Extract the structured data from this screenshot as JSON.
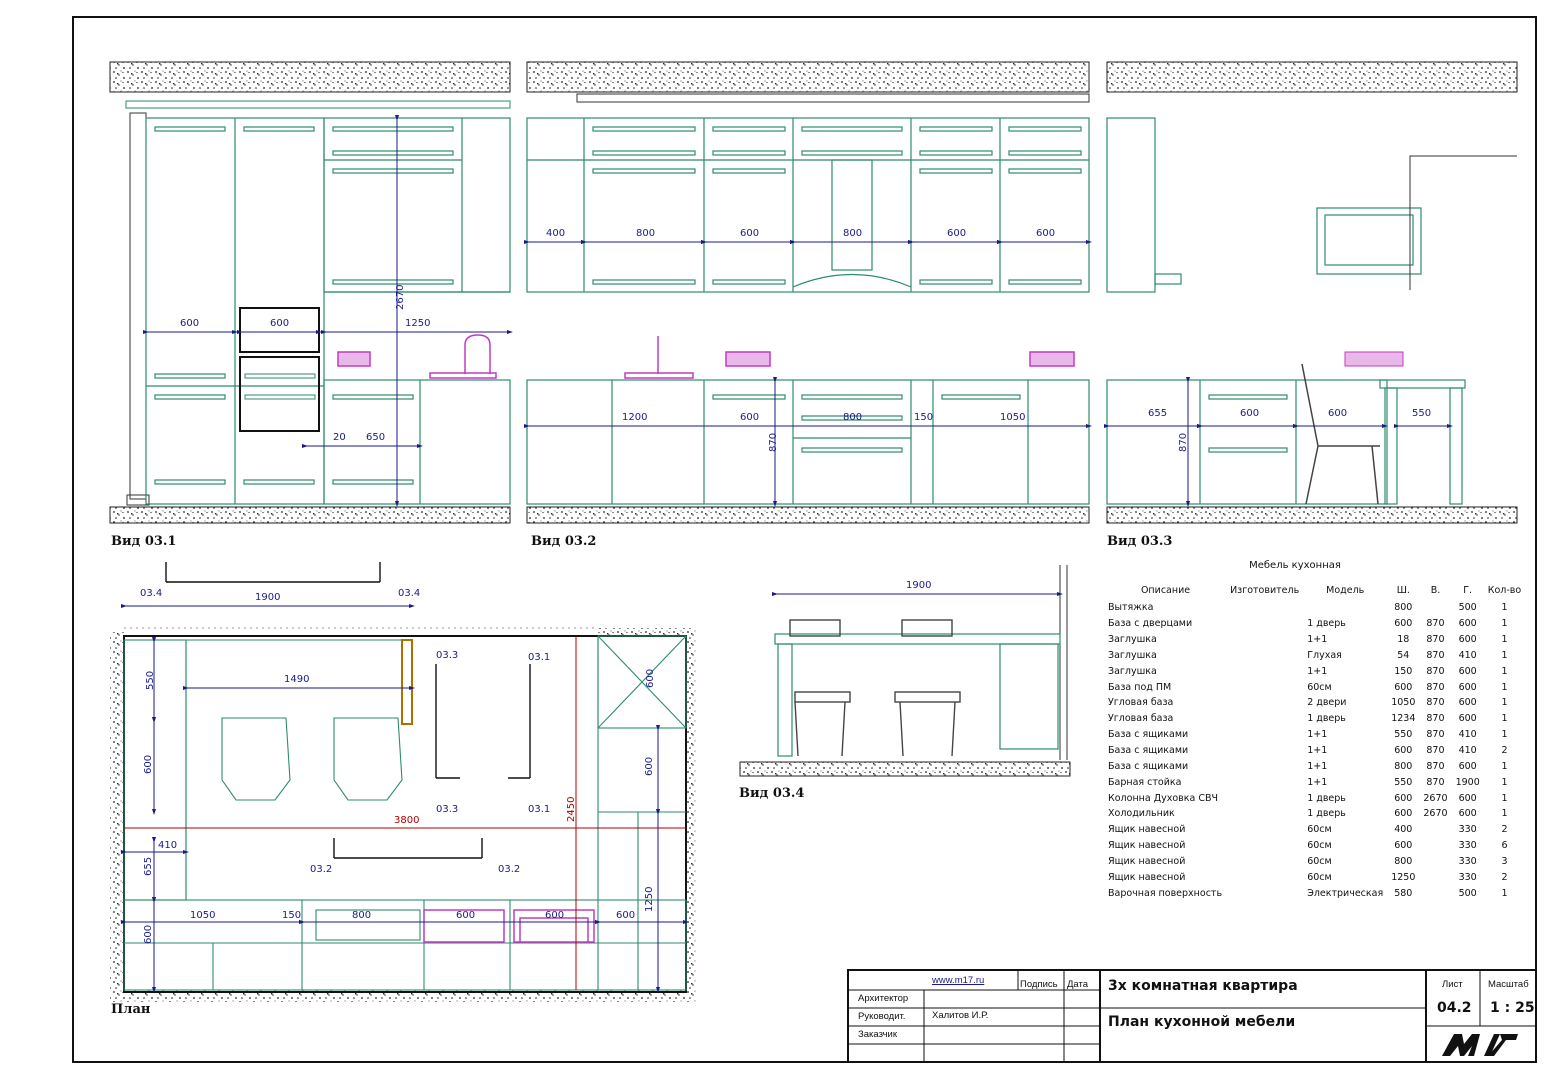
{
  "views": {
    "v1": "Вид 03.1",
    "v2": "Вид 03.2",
    "v3": "Вид 03.3",
    "v4": "Вид 03.4",
    "plan": "План"
  },
  "dims_v1": [
    "600",
    "600",
    "1250",
    "2670",
    "20",
    "650"
  ],
  "dims_v2": [
    "400",
    "800",
    "600",
    "800",
    "600",
    "600",
    "1200",
    "600",
    "800",
    "150",
    "1050",
    "870"
  ],
  "dims_v3": [
    "655",
    "870",
    "600",
    "600",
    "550"
  ],
  "dims_v4": [
    "1900"
  ],
  "dims_plan": {
    "top": "1900",
    "ref_a": "03.4",
    "ref_b": "03.4",
    "d550": "550",
    "d1490": "1490",
    "d600a": "600",
    "d600b": "600",
    "d410": "410",
    "d655": "655",
    "d3800": "3800",
    "d2450": "2450",
    "d1250": "1250",
    "d600c": "600",
    "b1050": "1050",
    "b150": "150",
    "b800": "800",
    "b600a": "600",
    "b600b": "600",
    "b600c": "600",
    "r033a": "03.3",
    "r031a": "03.1",
    "r033b": "03.3",
    "r031b": "03.1",
    "r032a": "03.2",
    "r032b": "03.2"
  },
  "spec": {
    "title": "Мебель кухонная",
    "headers": [
      "Описание",
      "Изготовитель",
      "Модель",
      "Ш.",
      "В.",
      "Г.",
      "Кол-во"
    ],
    "rows": [
      [
        "Вытяжка",
        "",
        "",
        "800",
        "",
        "500",
        "1"
      ],
      [
        "База с дверцами",
        "",
        "1 дверь",
        "600",
        "870",
        "600",
        "1"
      ],
      [
        "Заглушка",
        "",
        "1+1",
        "18",
        "870",
        "600",
        "1"
      ],
      [
        "Заглушка",
        "",
        "Глухая",
        "54",
        "870",
        "410",
        "1"
      ],
      [
        "Заглушка",
        "",
        "1+1",
        "150",
        "870",
        "600",
        "1"
      ],
      [
        "База под ПМ",
        "",
        "60см",
        "600",
        "870",
        "600",
        "1"
      ],
      [
        "Угловая база",
        "",
        "2 двери",
        "1050",
        "870",
        "600",
        "1"
      ],
      [
        "Угловая база",
        "",
        "1 дверь",
        "1234",
        "870",
        "600",
        "1"
      ],
      [
        "База с ящиками",
        "",
        "1+1",
        "550",
        "870",
        "410",
        "1"
      ],
      [
        "База с ящиками",
        "",
        "1+1",
        "600",
        "870",
        "410",
        "2"
      ],
      [
        "База с ящиками",
        "",
        "1+1",
        "800",
        "870",
        "600",
        "1"
      ],
      [
        "Барная стойка",
        "",
        "1+1",
        "550",
        "870",
        "1900",
        "1"
      ],
      [
        "Колонна Духовка СВЧ",
        "",
        "1 дверь",
        "600",
        "2670",
        "600",
        "1"
      ],
      [
        "Холодильник",
        "",
        "1 дверь",
        "600",
        "2670",
        "600",
        "1"
      ],
      [
        "Ящик навесной",
        "",
        "60см",
        "400",
        "",
        "330",
        "2"
      ],
      [
        "Ящик навесной",
        "",
        "60см",
        "600",
        "",
        "330",
        "6"
      ],
      [
        "Ящик навесной",
        "",
        "60см",
        "800",
        "",
        "330",
        "3"
      ],
      [
        "Ящик навесной",
        "",
        "60см",
        "1250",
        "",
        "330",
        "2"
      ],
      [
        "Варочная поверхность",
        "",
        "Электрическая",
        "580",
        "",
        "500",
        "1"
      ]
    ]
  },
  "stamp": {
    "site": "www.m17.ru",
    "sign": "Подпись",
    "date": "Дата",
    "architect": "Архитектор",
    "head": "Руководит.",
    "head_name": "Халитов И.Р.",
    "client": "Заказчик",
    "project": "3х комнатная квартира",
    "sheet_title": "План кухонной мебели",
    "list_label": "Лист",
    "list_value": "04.2",
    "scale_label": "Масштаб",
    "scale_value": "1 : 25",
    "logo": "M17"
  },
  "colors": {
    "cabinet": "#2e8b6e",
    "dimension": "#1a1a8c",
    "fixture": "#c23bc2",
    "red_dim": "#b00000",
    "frame": "#111111"
  }
}
